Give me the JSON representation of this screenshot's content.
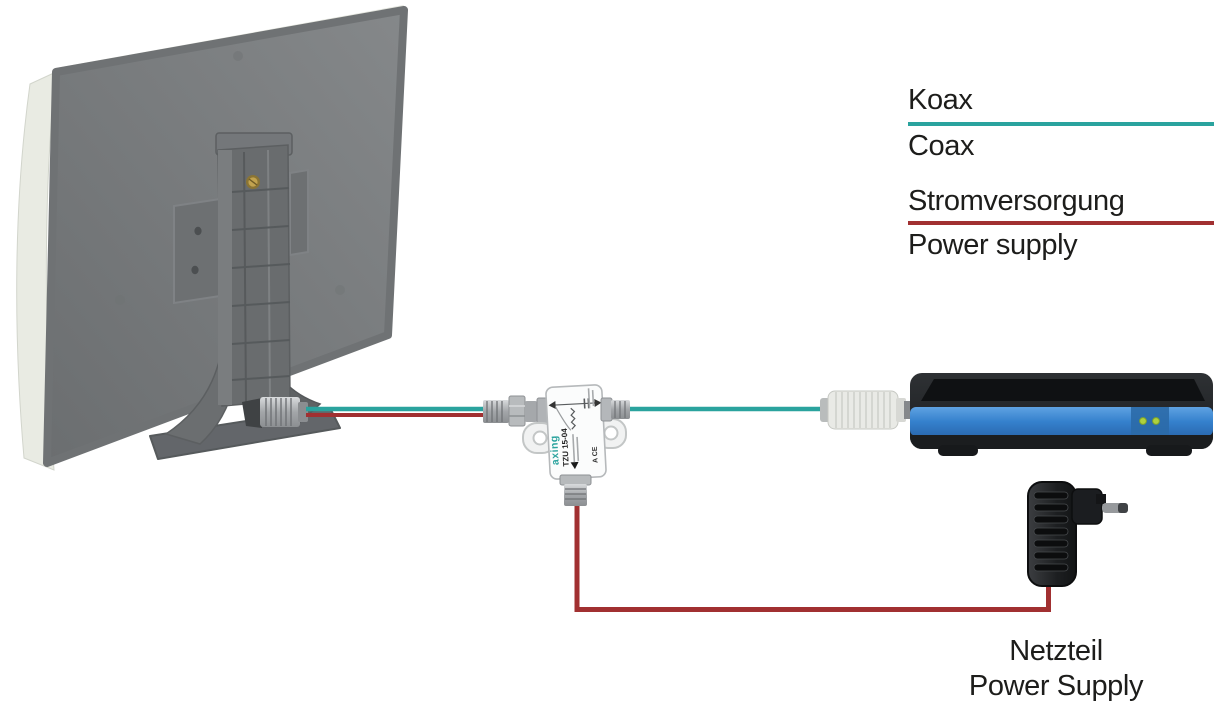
{
  "legend": {
    "coax": {
      "label_de": "Koax",
      "label_en": "Coax",
      "color": "#2aa39e"
    },
    "power": {
      "label_de": "Stromversorgung",
      "label_en": "Power supply",
      "color": "#a13031"
    }
  },
  "power_inserter": {
    "brand": "axing",
    "model": "TZU 15-04",
    "marks": "A CE"
  },
  "psu_caption": {
    "de": "Netzteil",
    "en": "Power Supply"
  },
  "colors": {
    "coax_line": "#2aa39e",
    "power_line": "#a13031",
    "receiver_stripe": "#3581cd",
    "led_green": "#aed13d",
    "antenna_gray": "#77797b",
    "antenna_edge_cream": "#e9ebe3"
  }
}
